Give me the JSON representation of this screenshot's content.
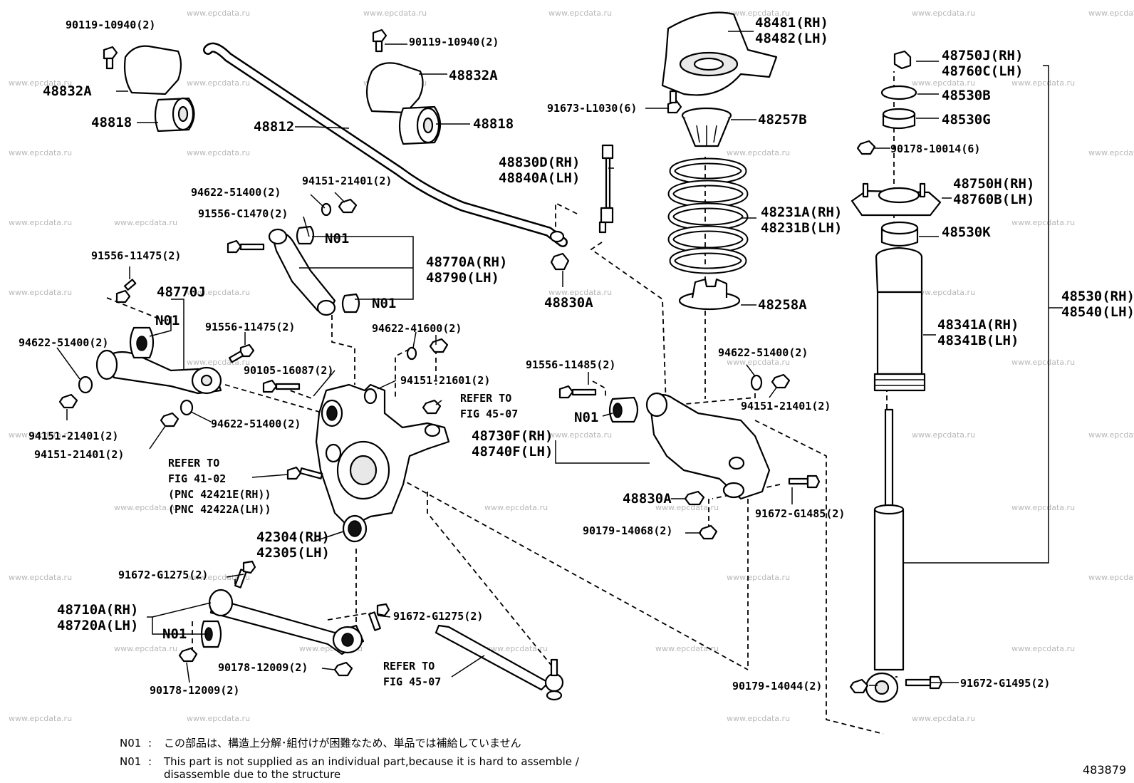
{
  "diagram_id": "483879",
  "watermark": "www.epcdata.ru",
  "labels": {
    "bolt_90119_l": "90119-10940(2)",
    "bracket_48832a_l": "48832A",
    "bushing_48818_l": "48818",
    "stabilizer_bar": "48812",
    "bolt_90119_r": "90119-10940(2)",
    "bracket_48832a_r": "48832A",
    "bushing_48818_r": "48818",
    "support_48481": "48481(RH)",
    "support_48482": "48482(LH)",
    "bolt_91673": "91673-L1030(6)",
    "bumper_48257b": "48257B",
    "link_48830d": "48830D(RH)",
    "link_48840a": "48840A(LH)",
    "nut_94151_a": "94151-21401(2)",
    "washer_94622_a": "94622-51400(2)",
    "bolt_91556_c1470": "91556-C1470(2)",
    "n01_a": "N01",
    "arm_48770a": "48770A(RH)",
    "arm_48790": "48790(LH)",
    "n01_b": "N01",
    "nut_48830a_top": "48830A",
    "bolt_91556_11475_a": "91556-11475(2)",
    "arm_48770j": "48770J",
    "n01_c": "N01",
    "washer_94622_b": "94622-51400(2)",
    "bolt_91556_11475_b": "91556-11475(2)",
    "bolt_90105": "90105-16087(2)",
    "washer_94622_41600": "94622-41600(2)",
    "nut_94151_21601": "94151-21601(2)",
    "nut_94151_b": "94151-21401(2)",
    "nut_94151_c": "94151-21401(2)",
    "washer_94622_c": "94622-51400(2)",
    "refer_a_1": "REFER TO",
    "refer_a_2": "FIG 41-02",
    "refer_a_3": "(PNC 42421E(RH))",
    "refer_a_4": "(PNC 42422A(LH))",
    "refer_b_1": "REFER TO",
    "refer_b_2": "FIG 45-07",
    "carrier_42304": "42304(RH)",
    "carrier_42305": "42305(LH)",
    "spring_48231a": "48231A(RH)",
    "spring_48231b": "48231B(LH)",
    "seat_48258a": "48258A",
    "bolt_91556_11485": "91556-11485(2)",
    "washer_94622_d": "94622-51400(2)",
    "nut_94151_d": "94151-21401(2)",
    "n01_d": "N01",
    "arm_48730f": "48730F(RH)",
    "arm_48740f": "48740F(LH)",
    "nut_48830a_bottom": "48830A",
    "bolt_91672_g1485": "91672-G1485(2)",
    "nut_90179_14068": "90179-14068(2)",
    "nut_48750j": "48750J(RH)",
    "nut_48760c": "48760C(LH)",
    "washer_48530b": "48530B",
    "cushion_48530g": "48530G",
    "nut_90178_10014": "90178-10014(6)",
    "mount_48750h": "48750H(RH)",
    "mount_48760b": "48760B(LH)",
    "bumper_48530k": "48530K",
    "shock_48530": "48530(RH)",
    "shock_48540": "48540(LH)",
    "boot_48341a": "48341A(RH)",
    "boot_48341b": "48341B(LH)",
    "bolt_91672_g1275_a": "91672-G1275(2)",
    "arm_48710a": "48710A(RH)",
    "arm_48720a": "48720A(LH)",
    "n01_e": "N01",
    "bolt_91672_g1275_b": "91672-G1275(2)",
    "nut_90178_12009_a": "90178-12009(2)",
    "nut_90178_12009_b": "90178-12009(2)",
    "refer_c_1": "REFER TO",
    "refer_c_2": "FIG 45-07",
    "nut_90179_14044": "90179-14044(2)",
    "bolt_91672_g1495": "91672-G1495(2)"
  },
  "notes": [
    {
      "code": "N01",
      "sep": ":",
      "text": "この部品は、構造上分解･組付けが困難なため、単品では補給していません"
    },
    {
      "code": "N01",
      "sep": ":",
      "text_line1": "This part is not supplied as an individual part,because it is hard to assemble /",
      "text_line2": "disassemble due to the structure"
    }
  ]
}
